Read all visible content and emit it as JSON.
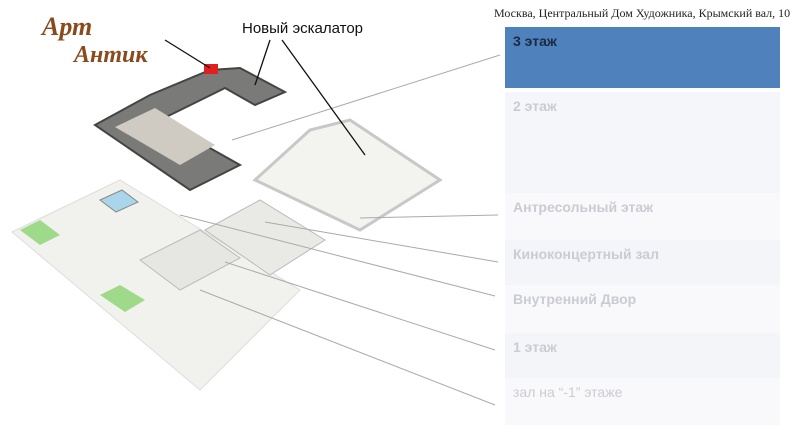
{
  "header": {
    "address": "Москва, Центральный Дом Художника, Крымский вал, 10"
  },
  "logo": {
    "line1": "Арт",
    "line2": "Антик"
  },
  "callout": {
    "label": "Новый эскалатор"
  },
  "floors": [
    {
      "label": "3 этаж",
      "active": true
    },
    {
      "label": "2 этаж",
      "active": false
    },
    {
      "label": "Антресольный этаж",
      "active": false
    },
    {
      "label": "Киноконцертный зал",
      "active": false
    },
    {
      "label": "Внутренний Двор",
      "active": false
    },
    {
      "label": "1 этаж",
      "active": false
    },
    {
      "label": "зал на “-1” этаже",
      "active": false
    }
  ],
  "colors": {
    "active": "#4f81bd",
    "inactive_text": "#c9ccd2",
    "highlight": "#e02020"
  }
}
